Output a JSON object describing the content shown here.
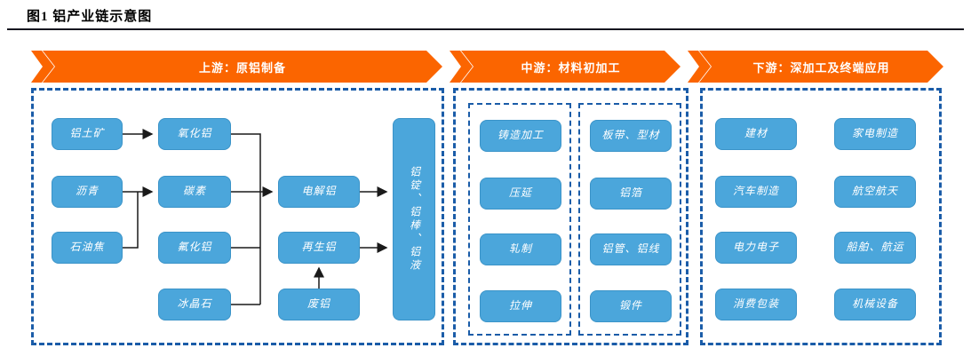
{
  "title": "图1  铝产业链示意图",
  "banners": [
    {
      "label": "上游：原铝制备"
    },
    {
      "label": "中游：材料初加工"
    },
    {
      "label": "下游：深加工及终端应用"
    }
  ],
  "upstream": {
    "nodes": {
      "bauxite": "铝土矿",
      "alumina": "氧化铝",
      "pitch": "沥青",
      "carbon": "碳素",
      "petroleum_coke": "石油焦",
      "aluminum_fluoride": "氟化铝",
      "cryolite": "冰晶石",
      "electrolytic_aluminum": "电解铝",
      "recycled_aluminum": "再生铝",
      "scrap_aluminum": "废铝",
      "output": "铝锭、铝棒、铝液"
    },
    "edges": [
      {
        "from": "铝土矿",
        "to": "氧化铝"
      },
      {
        "from": "氧化铝",
        "to": "电解铝"
      },
      {
        "from": "沥青",
        "to": "碳素"
      },
      {
        "from": "石油焦",
        "to": "碳素"
      },
      {
        "from": "碳素",
        "to": "电解铝"
      },
      {
        "from": "氟化铝",
        "to": "电解铝"
      },
      {
        "from": "冰晶石",
        "to": "电解铝"
      },
      {
        "from": "电解铝",
        "to": "铝锭、铝棒、铝液"
      },
      {
        "from": "废铝",
        "to": "再生铝"
      },
      {
        "from": "再生铝",
        "to": "铝锭、铝棒、铝液"
      }
    ]
  },
  "midstream": {
    "process_column": [
      "铸造加工",
      "压延",
      "轧制",
      "拉伸"
    ],
    "product_column": [
      "板带、型材",
      "铝箔",
      "铝管、铝线",
      "锻件"
    ]
  },
  "downstream": {
    "column1": [
      "建材",
      "汽车制造",
      "电力电子",
      "消费包装"
    ],
    "column2": [
      "家电制造",
      "航空航天",
      "船舶、航运",
      "机械设备"
    ]
  },
  "colors": {
    "accent_orange": "#fb6500",
    "node_blue": "#4ba6db",
    "dash_blue": "#1a5ca8",
    "arrow_black": "#1a1a1a"
  }
}
